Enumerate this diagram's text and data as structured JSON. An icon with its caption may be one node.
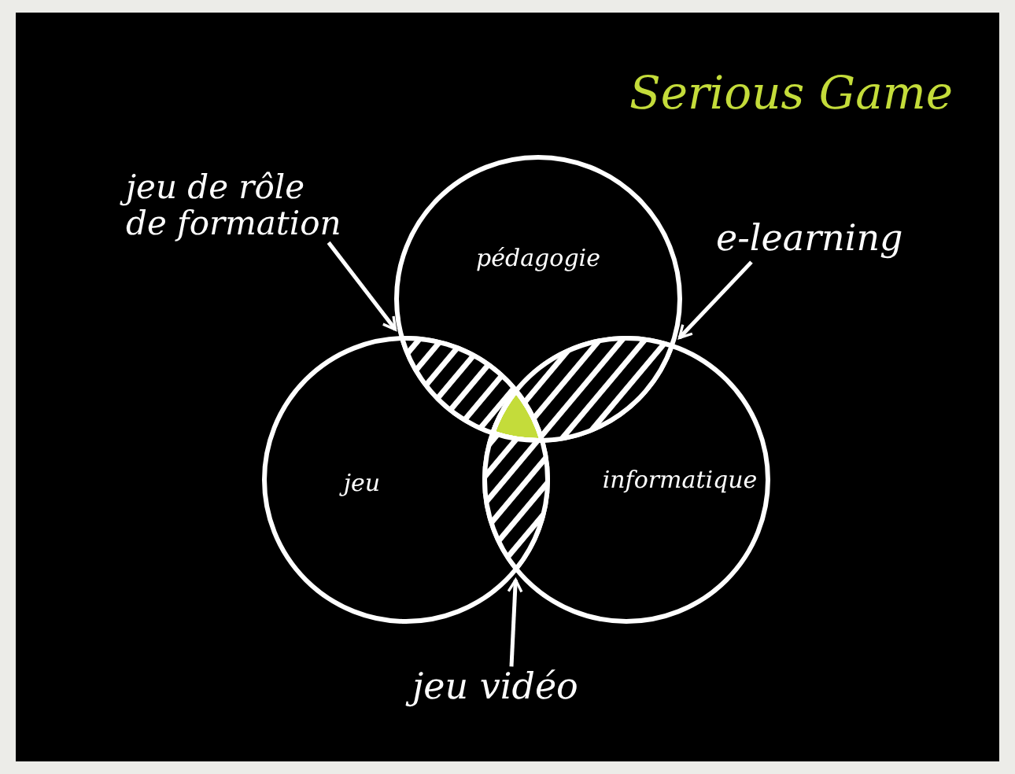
{
  "diagram": {
    "title": "Serious Game",
    "nodes": [
      {
        "text": [
          "pédagogie"
        ]
      },
      {
        "text": [
          "jeu"
        ]
      },
      {
        "text": [
          "informatique"
        ]
      },
      {
        "text": [
          "jeu de rôle de formation"
        ]
      },
      {
        "text": [],
        "shape": "lens"
      },
      {
        "text": [
          "e-learning"
        ]
      },
      {
        "text": [],
        "shape": "lens"
      },
      {
        "text": [
          "jeu vidéo"
        ]
      },
      {
        "text": [],
        "shape": "lens"
      }
    ],
    "edges": [
      {
        "from": 3,
        "to": 4,
        "arrow": "to"
      },
      {
        "from": 5,
        "to": 6,
        "arrow": "to"
      },
      {
        "from": 7,
        "to": 8,
        "arrow": "to"
      }
    ]
  }
}
